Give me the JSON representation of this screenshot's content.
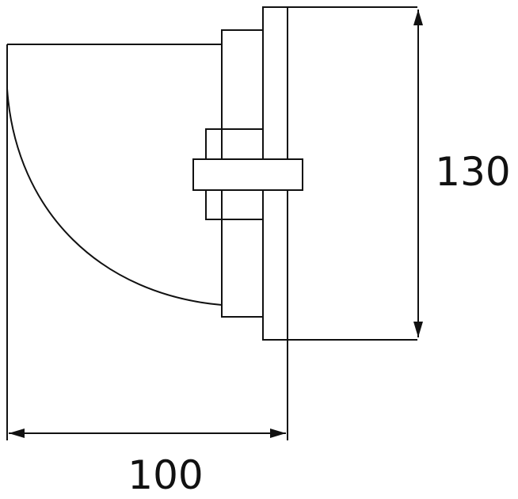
{
  "drawing": {
    "type": "technical dimension drawing",
    "stroke_color": "#111111",
    "background_color": "#ffffff"
  },
  "dimensions": {
    "height": {
      "value": "130"
    },
    "width": {
      "value": "100"
    }
  }
}
